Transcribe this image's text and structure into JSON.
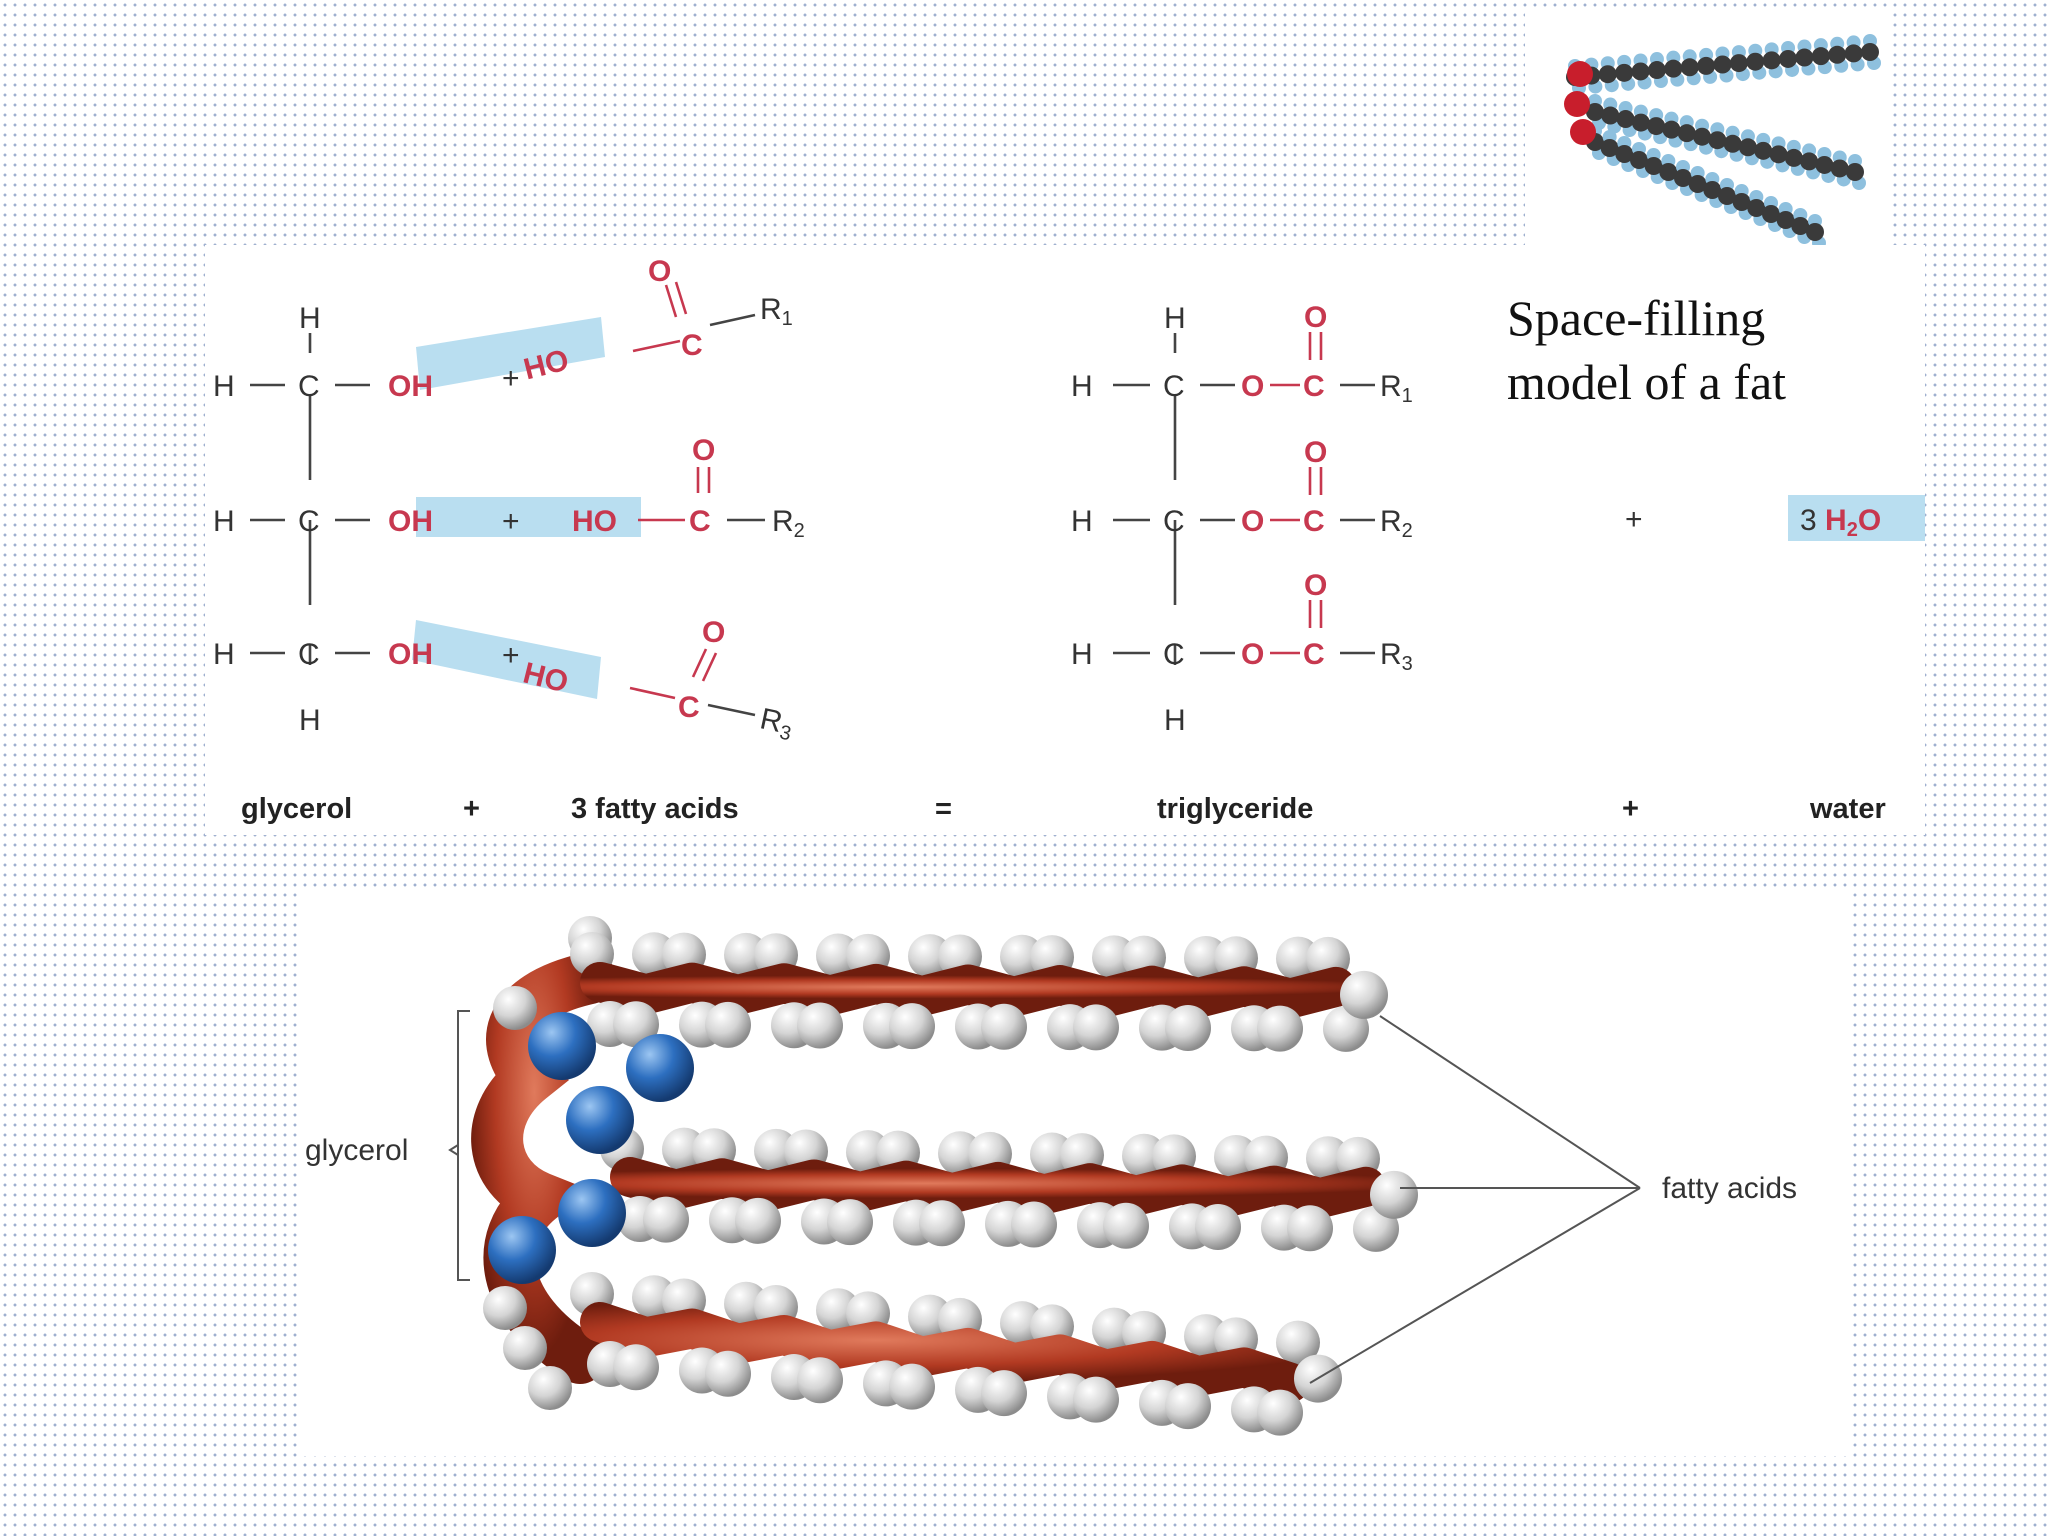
{
  "caption": {
    "line1": "Space-filling",
    "line2": "model of a fat"
  },
  "reaction": {
    "atoms": {
      "h": "H",
      "c": "C",
      "oh": "OH",
      "ho": "HO",
      "o": "O",
      "plus": "+",
      "equals": "=",
      "r": "R"
    },
    "subscripts": {
      "r1": "1",
      "r2": "2",
      "r3": "3"
    },
    "water_formula": {
      "coef": "3 ",
      "h": "H",
      "sub": "2",
      "o": "O"
    },
    "labels": {
      "glycerol": "glycerol",
      "fatty_acids": "3 fatty acids",
      "triglyceride": "triglyceride",
      "water": "water"
    }
  },
  "model": {
    "glycerol_label": "glycerol",
    "fatty_acids_label": "fatty acids"
  },
  "colors": {
    "red": "#c7384f",
    "highlight": "#b9def0",
    "bond": "#444444",
    "carbon": "#b23a22",
    "hydrogen": "#d4d4d4",
    "oxygen": "#2d6fc0"
  }
}
